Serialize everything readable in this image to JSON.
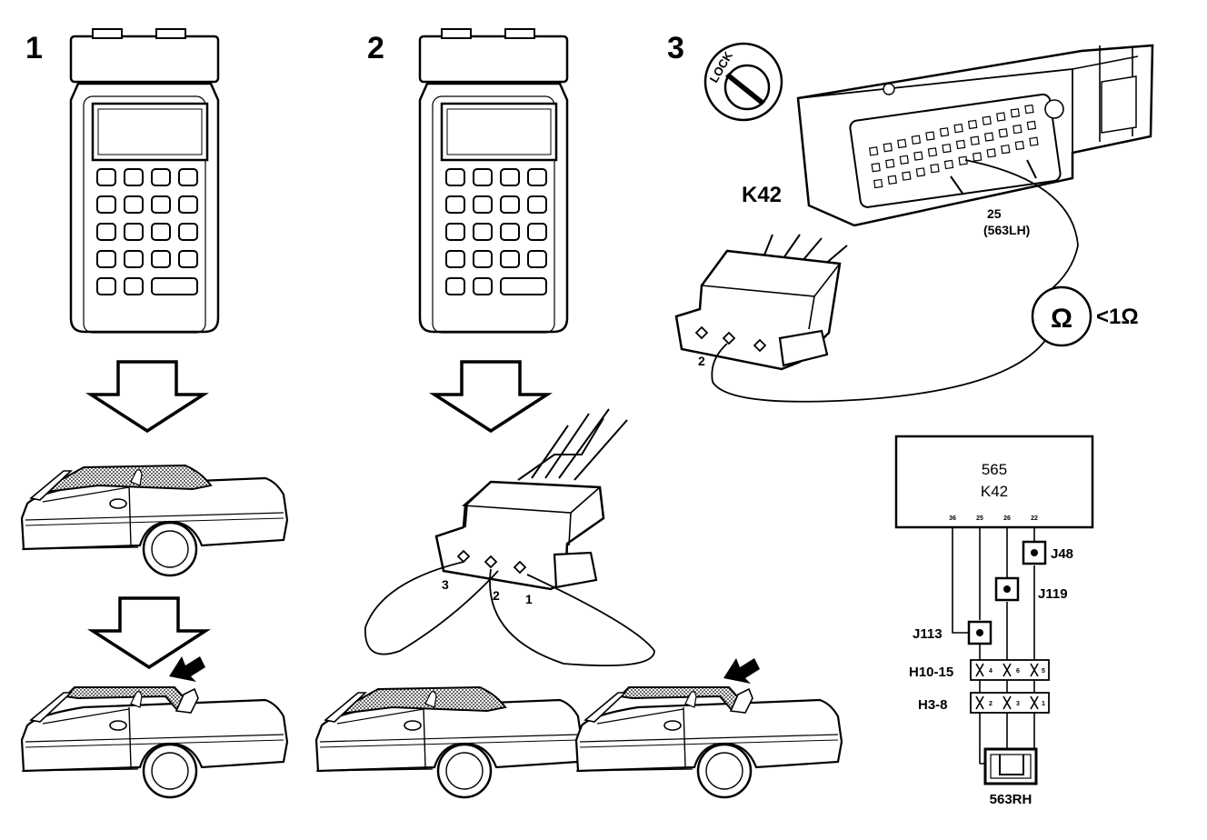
{
  "steps": [
    {
      "number": "1"
    },
    {
      "number": "2"
    },
    {
      "number": "3"
    }
  ],
  "lock_label": "LOCK",
  "connector": {
    "name": "K42",
    "pin_label": "25",
    "pin_sub_label": "(563LH)",
    "plug_pin_label": "2",
    "measure_symbol": "Ω",
    "measure_value": "<1Ω"
  },
  "plug_pins": [
    "3",
    "2",
    "1"
  ],
  "schematic": {
    "module_code": "565",
    "module_name": "K42",
    "pins": [
      "36",
      "25",
      "26",
      "22"
    ],
    "junctions": [
      "J48",
      "J119",
      "J113"
    ],
    "connectors": [
      {
        "name": "H10-15",
        "pins": [
          "4",
          "6",
          "5"
        ]
      },
      {
        "name": "H3-8",
        "pins": [
          "2",
          "3",
          "1"
        ]
      }
    ],
    "component": "563RH"
  }
}
